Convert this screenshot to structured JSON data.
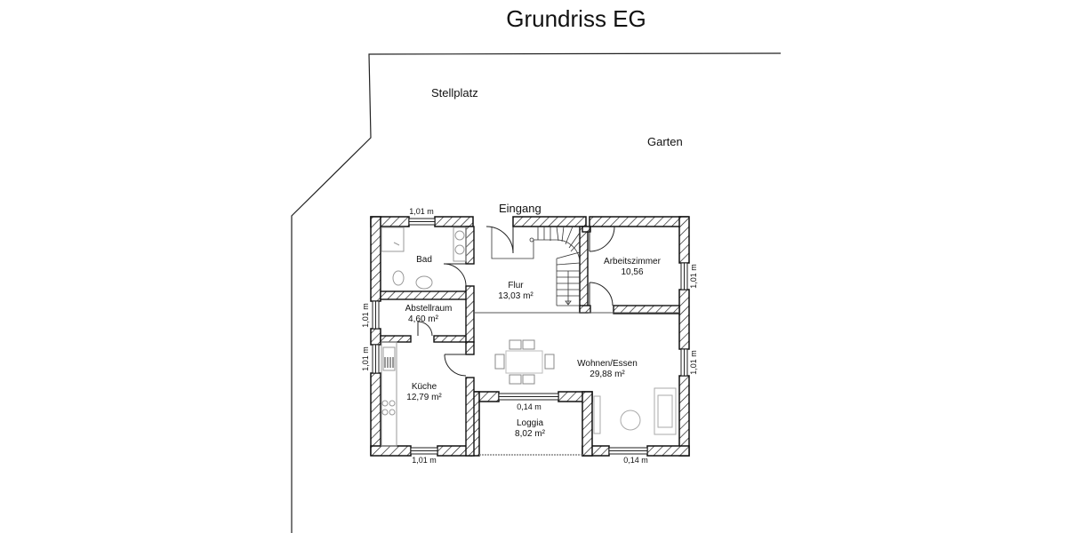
{
  "title": "Grundriss EG",
  "site": {
    "labels": {
      "stellplatz": "Stellplatz",
      "garten": "Garten",
      "eingang": "Eingang"
    }
  },
  "rooms": {
    "bad": {
      "name": "Bad",
      "area": ""
    },
    "abstellraum": {
      "name": "Abstellraum",
      "area": "4,60 m²"
    },
    "kueche": {
      "name": "Küche",
      "area": "12,79 m²"
    },
    "flur": {
      "name": "Flur",
      "area": "13,03 m²"
    },
    "arbeitszimmer": {
      "name": "Arbeitszimmer",
      "area": "10,56"
    },
    "wohnen": {
      "name": "Wohnen/Essen",
      "area": "29,88 m²"
    },
    "loggia": {
      "name": "Loggia",
      "area": "8,02 m²"
    }
  },
  "dimensions": {
    "bad_top": "1,01 m",
    "left_abstell": "1,01 m",
    "left_kueche": "1,01 m",
    "kueche_bottom": "1,01 m",
    "loggia_top": "0,14 m",
    "wohnen_bottom": "0,14 m",
    "right_arbeits": "1,01 m",
    "right_wohnen": "1,01 m"
  },
  "colors": {
    "wall": "#111111",
    "line": "#222222",
    "furniture": "#9a9a9a"
  }
}
